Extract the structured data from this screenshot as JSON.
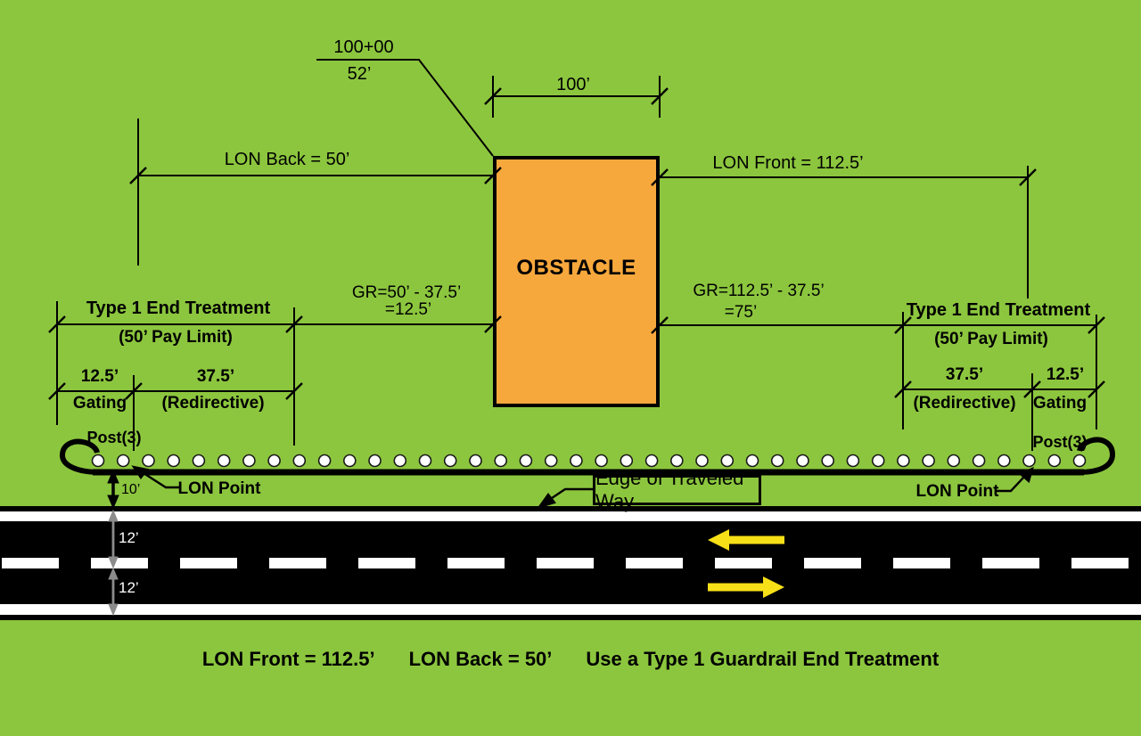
{
  "colors": {
    "background": "#8CC63E",
    "obstacle_fill": "#F7A83C",
    "road": "#000000",
    "lane_marking": "#FFFFFF",
    "traffic_arrow": "#F7E017",
    "lane_dim_arrow": "#8C8C8C",
    "linework": "#000000"
  },
  "station_callout": {
    "station": "100+00",
    "offset": "52’"
  },
  "obstacle": {
    "label": "OBSTACLE",
    "width_dim": "100’"
  },
  "dimensions": {
    "lon_back": "LON Back = 50’",
    "lon_front": "LON Front = 112.5’",
    "gr_left": [
      "GR=50’ - 37.5’",
      "=12.5’"
    ],
    "gr_right": [
      "GR=112.5’ - 37.5’",
      "=75’"
    ]
  },
  "end_treatment_left": {
    "title": "Type 1 End Treatment",
    "pay_limit": "(50’ Pay Limit)",
    "gating_dim": "12.5’",
    "gating_label": "Gating",
    "redirective_dim": "37.5’",
    "redirective_label": "(Redirective)",
    "post_label": "Post(3)",
    "lon_point_label": "LON Point"
  },
  "end_treatment_right": {
    "title": "Type 1 End Treatment",
    "pay_limit": "(50’ Pay Limit)",
    "gating_dim": "12.5’",
    "gating_label": "Gating",
    "redirective_dim": "37.5’",
    "redirective_label": "(Redirective)",
    "post_label": "Post(3)",
    "lon_point_label": "LON Point"
  },
  "guardrail": {
    "post_count": 40
  },
  "road": {
    "edge_label": "Edge of Traveled Way",
    "offset_dim": "10’",
    "lane_width_upper": "12’",
    "lane_width_lower": "12’"
  },
  "summary": {
    "lon_front": "LON Front = 112.5’",
    "lon_back": "LON Back = 50’",
    "recommendation": "Use a Type 1 Guardrail End Treatment"
  }
}
